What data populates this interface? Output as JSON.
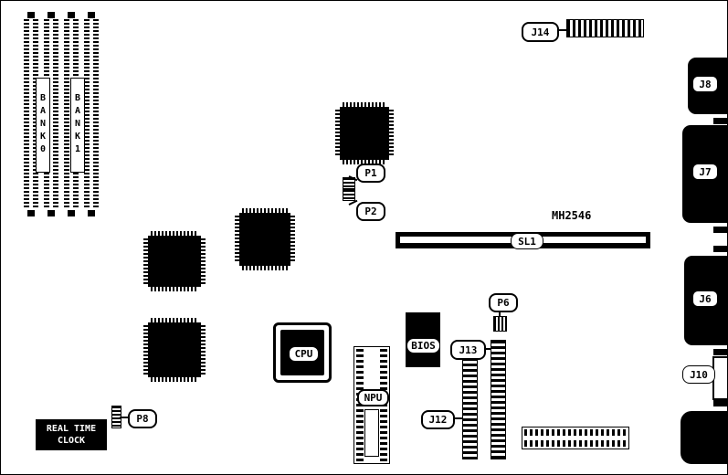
{
  "board": {
    "memory": {
      "bank0": "BANK0",
      "bank1": "BANK1"
    },
    "connectors": {
      "j14": "J14",
      "j8": "J8",
      "j7": "J7",
      "j6": "J6",
      "j10": "J10",
      "j13": "J13",
      "j12": "J12",
      "sl1": "SL1"
    },
    "jumpers": {
      "p1": "P1",
      "p2": "P2",
      "p6": "P6",
      "p8": "P8"
    },
    "chips": {
      "cpu": "CPU",
      "npu": "NPU",
      "bios": "BIOS",
      "rtc_line1": "REAL TIME",
      "rtc_line2": "CLOCK"
    },
    "annotations": {
      "part_number": "MH2546"
    },
    "colors": {
      "ink": "#000000",
      "background": "#ffffff"
    }
  }
}
